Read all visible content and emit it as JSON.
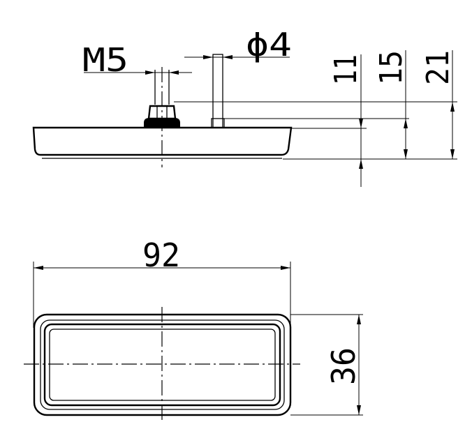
{
  "side_view": {
    "dim_thread": "M5",
    "dim_pin_diameter": "ϕ4",
    "dim_height_a": "11",
    "dim_height_b": "15",
    "dim_height_c": "21"
  },
  "top_view": {
    "dim_length": "92",
    "dim_width": "36"
  }
}
